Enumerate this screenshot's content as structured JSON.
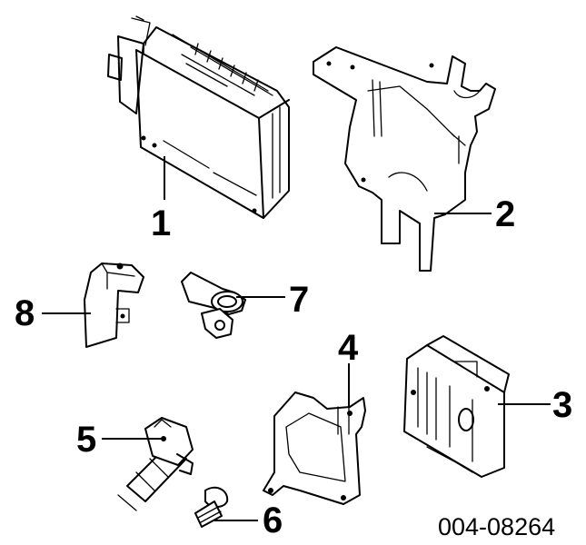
{
  "callouts": {
    "c1": "1",
    "c2": "2",
    "c3": "3",
    "c4": "4",
    "c5": "5",
    "c6": "6",
    "c7": "7",
    "c8": "8"
  },
  "reference_number": "004-08264"
}
